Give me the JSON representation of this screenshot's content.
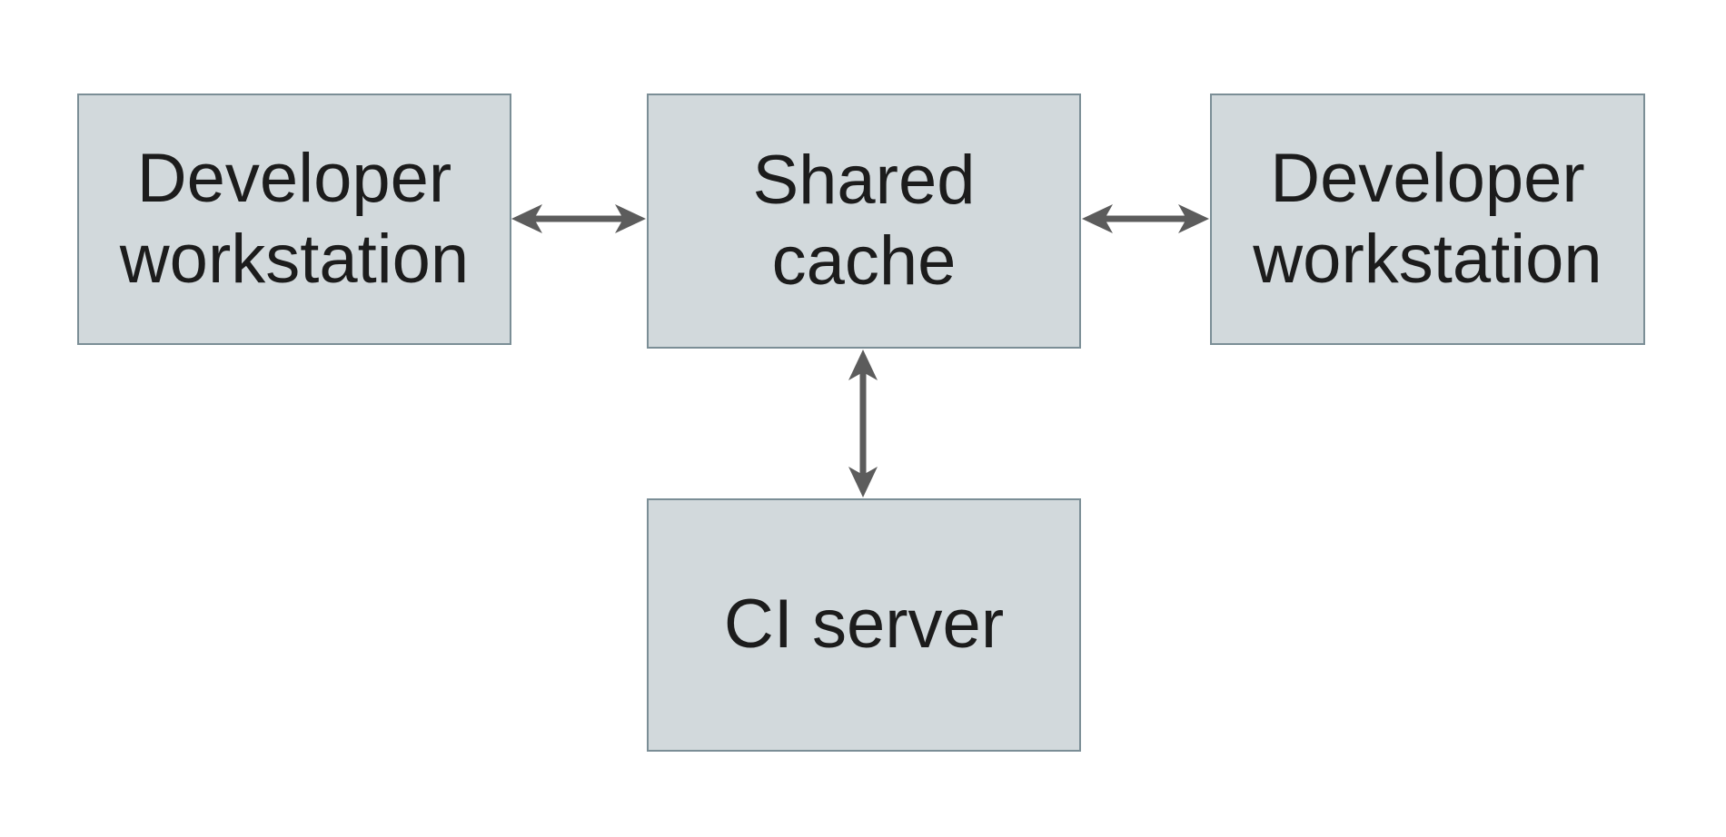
{
  "diagram": {
    "type": "architecture-diagram",
    "style": {
      "node_fill": "#d2d9dc",
      "node_border": "#7b8e96",
      "arrow_color": "#5c5c5c",
      "text_color": "#1c1c1c",
      "background": "#ffffff"
    },
    "nodes": [
      {
        "id": "developer-workstation-left",
        "label": "Developer\nworkstation"
      },
      {
        "id": "shared-cache",
        "label": "Shared\ncache"
      },
      {
        "id": "developer-workstation-right",
        "label": "Developer\nworkstation"
      },
      {
        "id": "ci-server",
        "label": "CI server"
      }
    ],
    "edges": [
      {
        "id": "edge-devleft-cache",
        "from": "developer-workstation-left",
        "to": "shared-cache",
        "direction": "bidirectional",
        "orientation": "horizontal"
      },
      {
        "id": "edge-cache-devright",
        "from": "shared-cache",
        "to": "developer-workstation-right",
        "direction": "bidirectional",
        "orientation": "horizontal"
      },
      {
        "id": "edge-cache-ci",
        "from": "shared-cache",
        "to": "ci-server",
        "direction": "bidirectional",
        "orientation": "vertical"
      }
    ]
  }
}
